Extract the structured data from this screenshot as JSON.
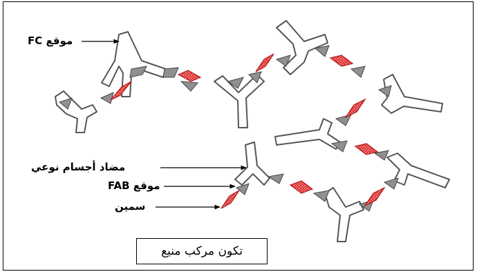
{
  "labels": {
    "fc_site": "موقع FC",
    "specific_antibody": "مضاد أجسام نوعي",
    "fab_site": "موقع FAB",
    "antigen": "سمين"
  },
  "caption": "تكون مركب منيع",
  "colors": {
    "antibody_fill": "#ffffff",
    "antibody_stroke": "#555555",
    "fab_tip": "#909090",
    "antigen_fill": "#e03030",
    "antigen_dots": "#ffffff"
  }
}
